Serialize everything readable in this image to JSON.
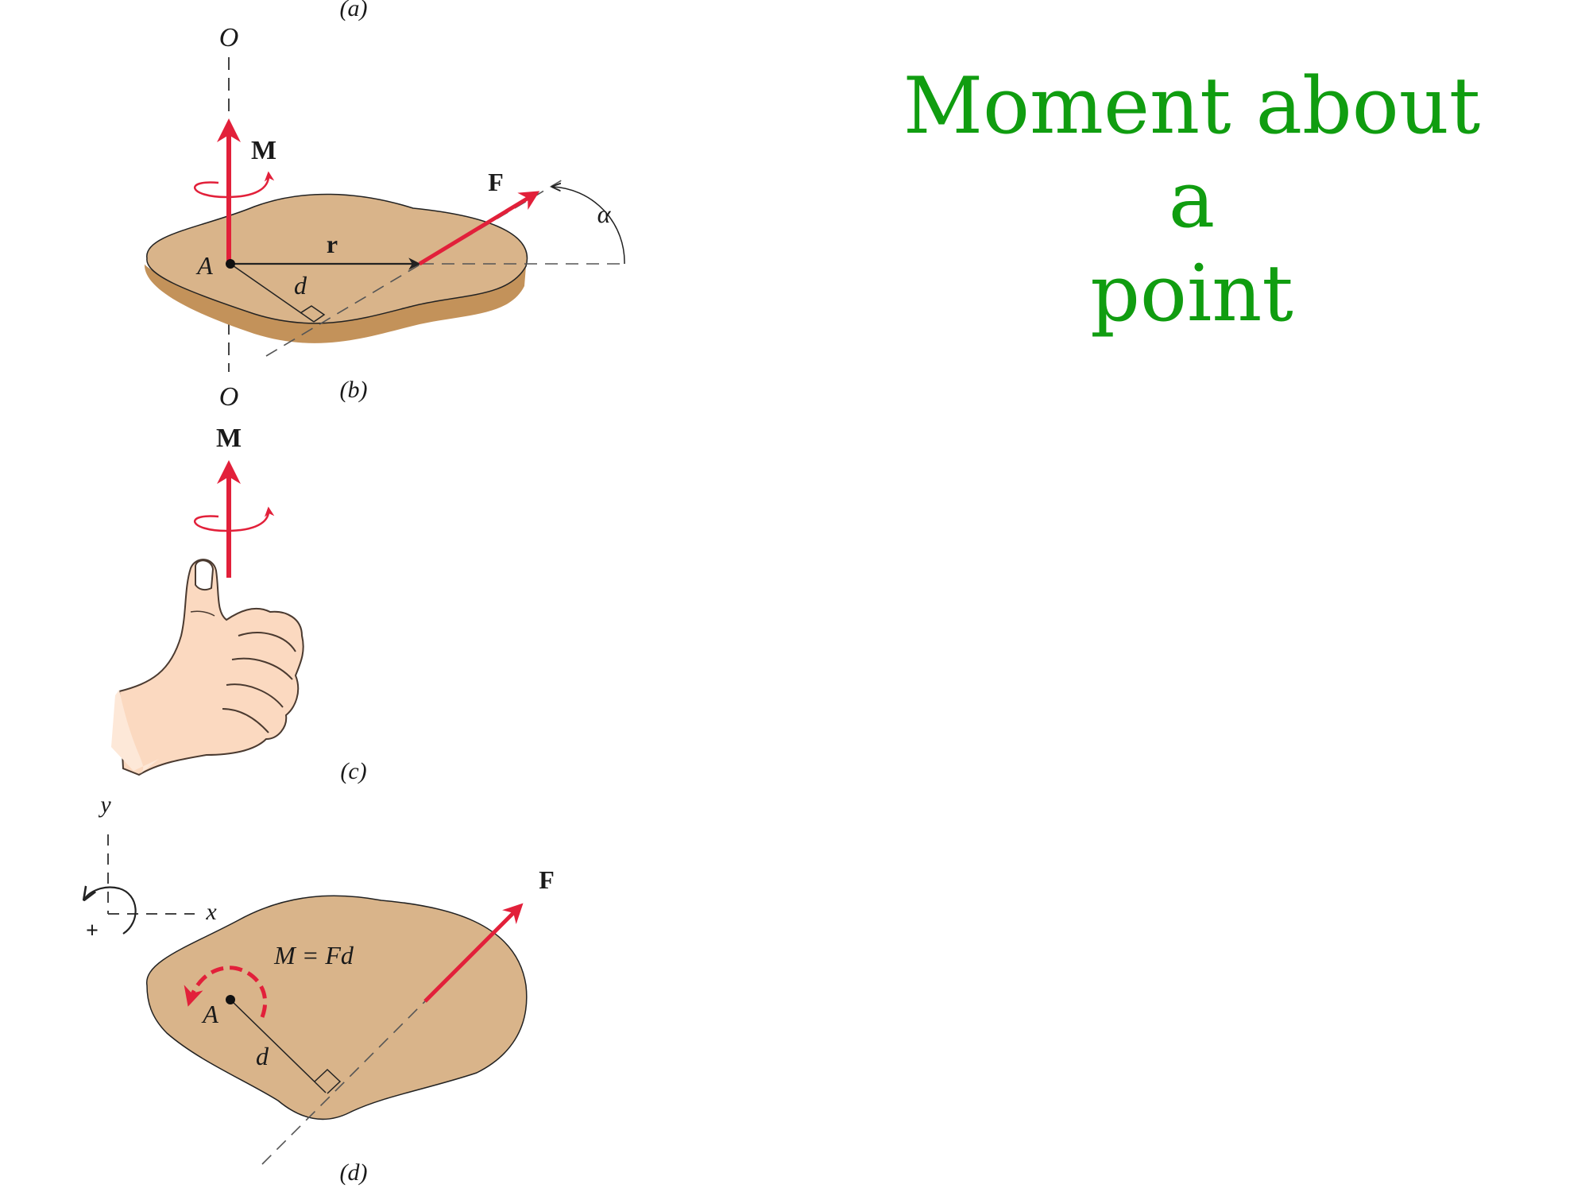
{
  "slide": {
    "title_line1": "Moment about a",
    "title_line2": "point"
  },
  "figure": {
    "caption_a": "(a)",
    "caption_b": "(b)",
    "caption_c": "(c)",
    "caption_d": "(d)",
    "panel_b": {
      "axis_top_label": "O",
      "axis_bottom_label": "O",
      "moment_label": "M",
      "point_label": "A",
      "position_vector_label": "r",
      "distance_label": "d",
      "force_label": "F",
      "angle_label": "α"
    },
    "panel_c": {
      "moment_label": "M"
    },
    "panel_d": {
      "y_axis_label": "y",
      "x_axis_label": "x",
      "sign_label": "+",
      "equation_label": "M = Fd",
      "point_label": "A",
      "distance_label": "d",
      "force_label": "F"
    },
    "colors": {
      "body_fill": "#d9b48a",
      "body_edge": "#c3925a",
      "vector_red": "#e2203a",
      "title_green": "#109d10"
    }
  }
}
